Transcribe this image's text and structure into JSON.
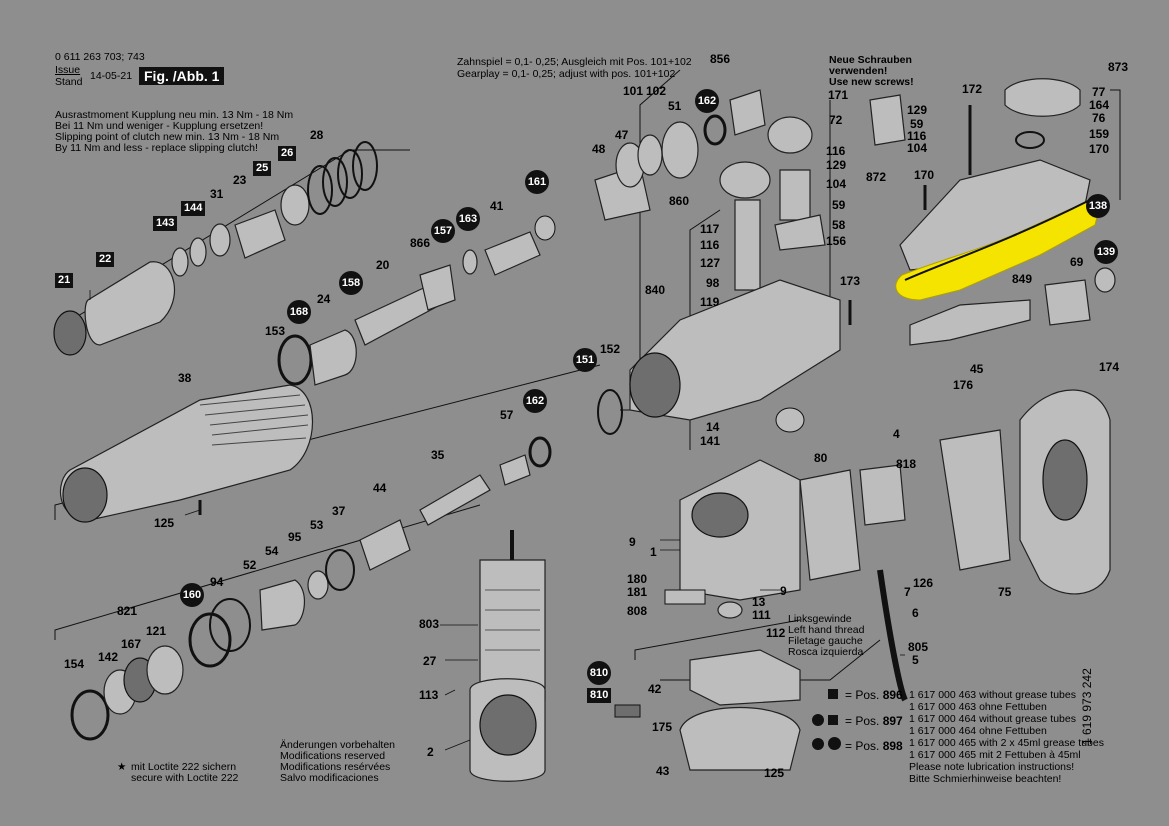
{
  "header": {
    "doc_number": "0 611 263 703; 743",
    "issue_label_1": "Issue",
    "issue_label_2": "Stand",
    "issue_date": "14-05-21",
    "fig_label": "Fig. /Abb. 1"
  },
  "notes": {
    "clutch_1": "Ausrastmoment Kupplung neu min. 13 Nm - 18 Nm",
    "clutch_2": "Bei 11 Nm und weniger - Kupplung ersetzen!",
    "clutch_3": "Slipping point of clutch new min. 13 Nm - 18 Nm",
    "clutch_4": "By 11 Nm and less - replace slipping clutch!",
    "gear_1": "Zahnspiel = 0,1- 0,25; Ausgleich mit Pos. 101+102",
    "gear_2": "Gearplay  = 0,1- 0,25; adjust with pos. 101+102",
    "screws_1": "Neue Schrauben",
    "screws_2": "verwenden!",
    "screws_3": "Use new screws!",
    "thread_1": "Linksgewinde",
    "thread_2": "Left hand thread",
    "thread_3": "Filetage gauche",
    "thread_4": "Rosca izquierda",
    "loctite_1": "mit Loctite 222 sichern",
    "loctite_2": "secure with Loctite 222",
    "changes_1": "Änderungen vorbehalten",
    "changes_2": "Modifications reserved",
    "changes_3": "Modifications resérvées",
    "changes_4": "Salvo modificaciones",
    "side_number": "1 619 973 242"
  },
  "legend": {
    "pos_prefix": "= Pos.",
    "pos1": "896",
    "pos2": "897",
    "pos3": "898",
    "l1": "1 617 000 463 without grease tubes",
    "l2": "1 617 000 463 ohne Fettuben",
    "l3": "1 617 000 464 without grease tubes",
    "l4": "1 617 000 464 ohne Fettuben",
    "l5": "1 617 000 465 with 2 x 45ml grease tubes",
    "l6": "1 617 000 465 mit 2 Fettuben à 45ml",
    "l7": "Please note lubrication instructions!",
    "l8": "Bitte Schmierhinweise beachten!"
  },
  "badges": {
    "sq_21": "21",
    "sq_22": "22",
    "sq_143": "143",
    "sq_144": "144",
    "sq_25": "25",
    "sq_26": "26",
    "sq_810a": "810",
    "c_162a": "162",
    "c_161": "161",
    "c_157": "157",
    "c_163": "163",
    "c_158": "158",
    "c_168": "168",
    "c_151": "151",
    "c_162b": "162",
    "c_160": "160",
    "c_810b": "810",
    "c_138": "138",
    "c_139": "139"
  },
  "labels": {
    "l28": "28",
    "l31": "31",
    "l23": "23",
    "l20": "20",
    "l24": "24",
    "l153": "153",
    "l38": "38",
    "l125a": "125",
    "l866": "866",
    "l41": "41",
    "l856": "856",
    "l101": "101",
    "l102": "102",
    "l51": "51",
    "l47": "47",
    "l48": "48",
    "l171": "171",
    "l72": "72",
    "l129a": "129",
    "l59a": "59",
    "l116a": "116",
    "l104a": "104",
    "l116b": "116",
    "l129b": "129",
    "l104b": "104",
    "l872": "872",
    "l59b": "59",
    "l58": "58",
    "l156": "156",
    "l860": "860",
    "l117": "117",
    "l116c": "116",
    "l127": "127",
    "l98": "98",
    "l840": "840",
    "l119": "119",
    "l173": "173",
    "l172": "172",
    "l170": "170",
    "l873": "873",
    "l77": "77",
    "l164": "164",
    "l76": "76",
    "l159": "159",
    "l170b": "170",
    "l849": "849",
    "l69": "69",
    "l45": "45",
    "l176": "176",
    "l174": "174",
    "l152": "152",
    "l57": "57",
    "l14": "14",
    "l141": "141",
    "l35": "35",
    "l44": "44",
    "l37": "37",
    "l53": "53",
    "l95": "95",
    "l54": "54",
    "l52": "52",
    "l94": "94",
    "l821": "821",
    "l142": "142",
    "l167": "167",
    "l121": "121",
    "l154": "154",
    "l9a": "9",
    "l1": "1",
    "l180": "180",
    "l181": "181",
    "l808": "808",
    "l9b": "9",
    "l80": "80",
    "l4": "4",
    "l818": "818",
    "l126": "126",
    "l7": "7",
    "l75": "75",
    "l6": "6",
    "l805": "805",
    "l5": "5",
    "l13": "13",
    "l111": "111",
    "l112": "112",
    "l803": "803",
    "l27": "27",
    "l113": "113",
    "l2": "2",
    "l42": "42",
    "l175": "175",
    "l43": "43",
    "l125b": "125"
  },
  "colors": {
    "background": "#8e8e8e",
    "highlight": "#f5e400",
    "badge": "#111111"
  }
}
